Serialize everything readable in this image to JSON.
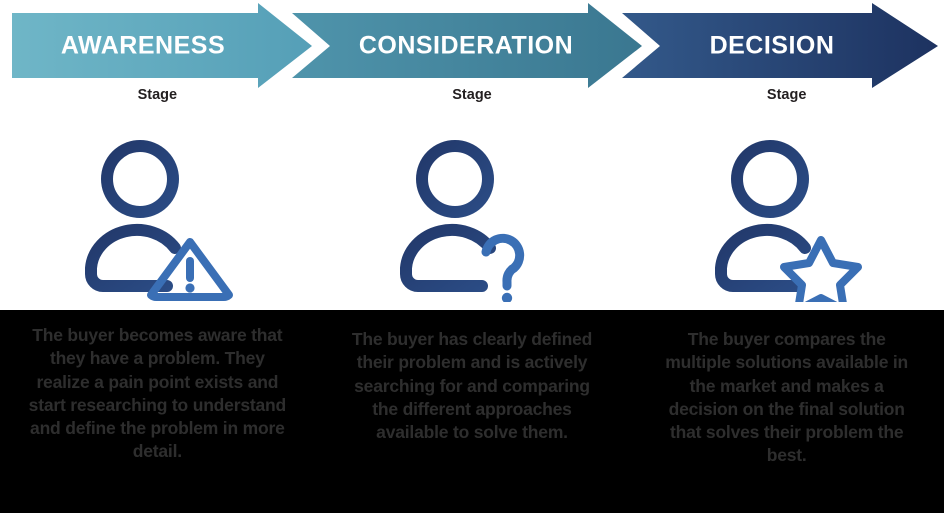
{
  "funnel": {
    "stages": [
      {
        "key": "awareness",
        "label": "AWARENESS",
        "caption": "Stage",
        "color_start": "#6cb2c4",
        "color_end": "#5ea8bd",
        "icon": "person-warning-icon",
        "description": "The buyer becomes aware that they have a problem. They realize a pain point exists and start researching to understand and define the problem in more detail."
      },
      {
        "key": "consideration",
        "label": "CONSIDERATION",
        "caption": "Stage",
        "color_start": "#4a8fa8",
        "color_end": "#3d7d96",
        "icon": "person-question-icon",
        "description": "The buyer has clearly defined their problem and is actively searching for and comparing the different approaches available to solve them."
      },
      {
        "key": "decision",
        "label": "DECISION",
        "caption": "Stage",
        "color_start": "#2f5b86",
        "color_end": "#1f3461",
        "icon": "person-star-icon",
        "description": "The buyer compares the multiple solutions available in the market and makes a decision on the final solution that solves their problem the best."
      }
    ]
  },
  "palette": {
    "icon_dark": "#22386a",
    "icon_accent": "#3a6fb5",
    "band_background": "#000000",
    "band_text": "#2e2e2e",
    "caption_text": "#231f20",
    "arrow_text": "#ffffff"
  }
}
